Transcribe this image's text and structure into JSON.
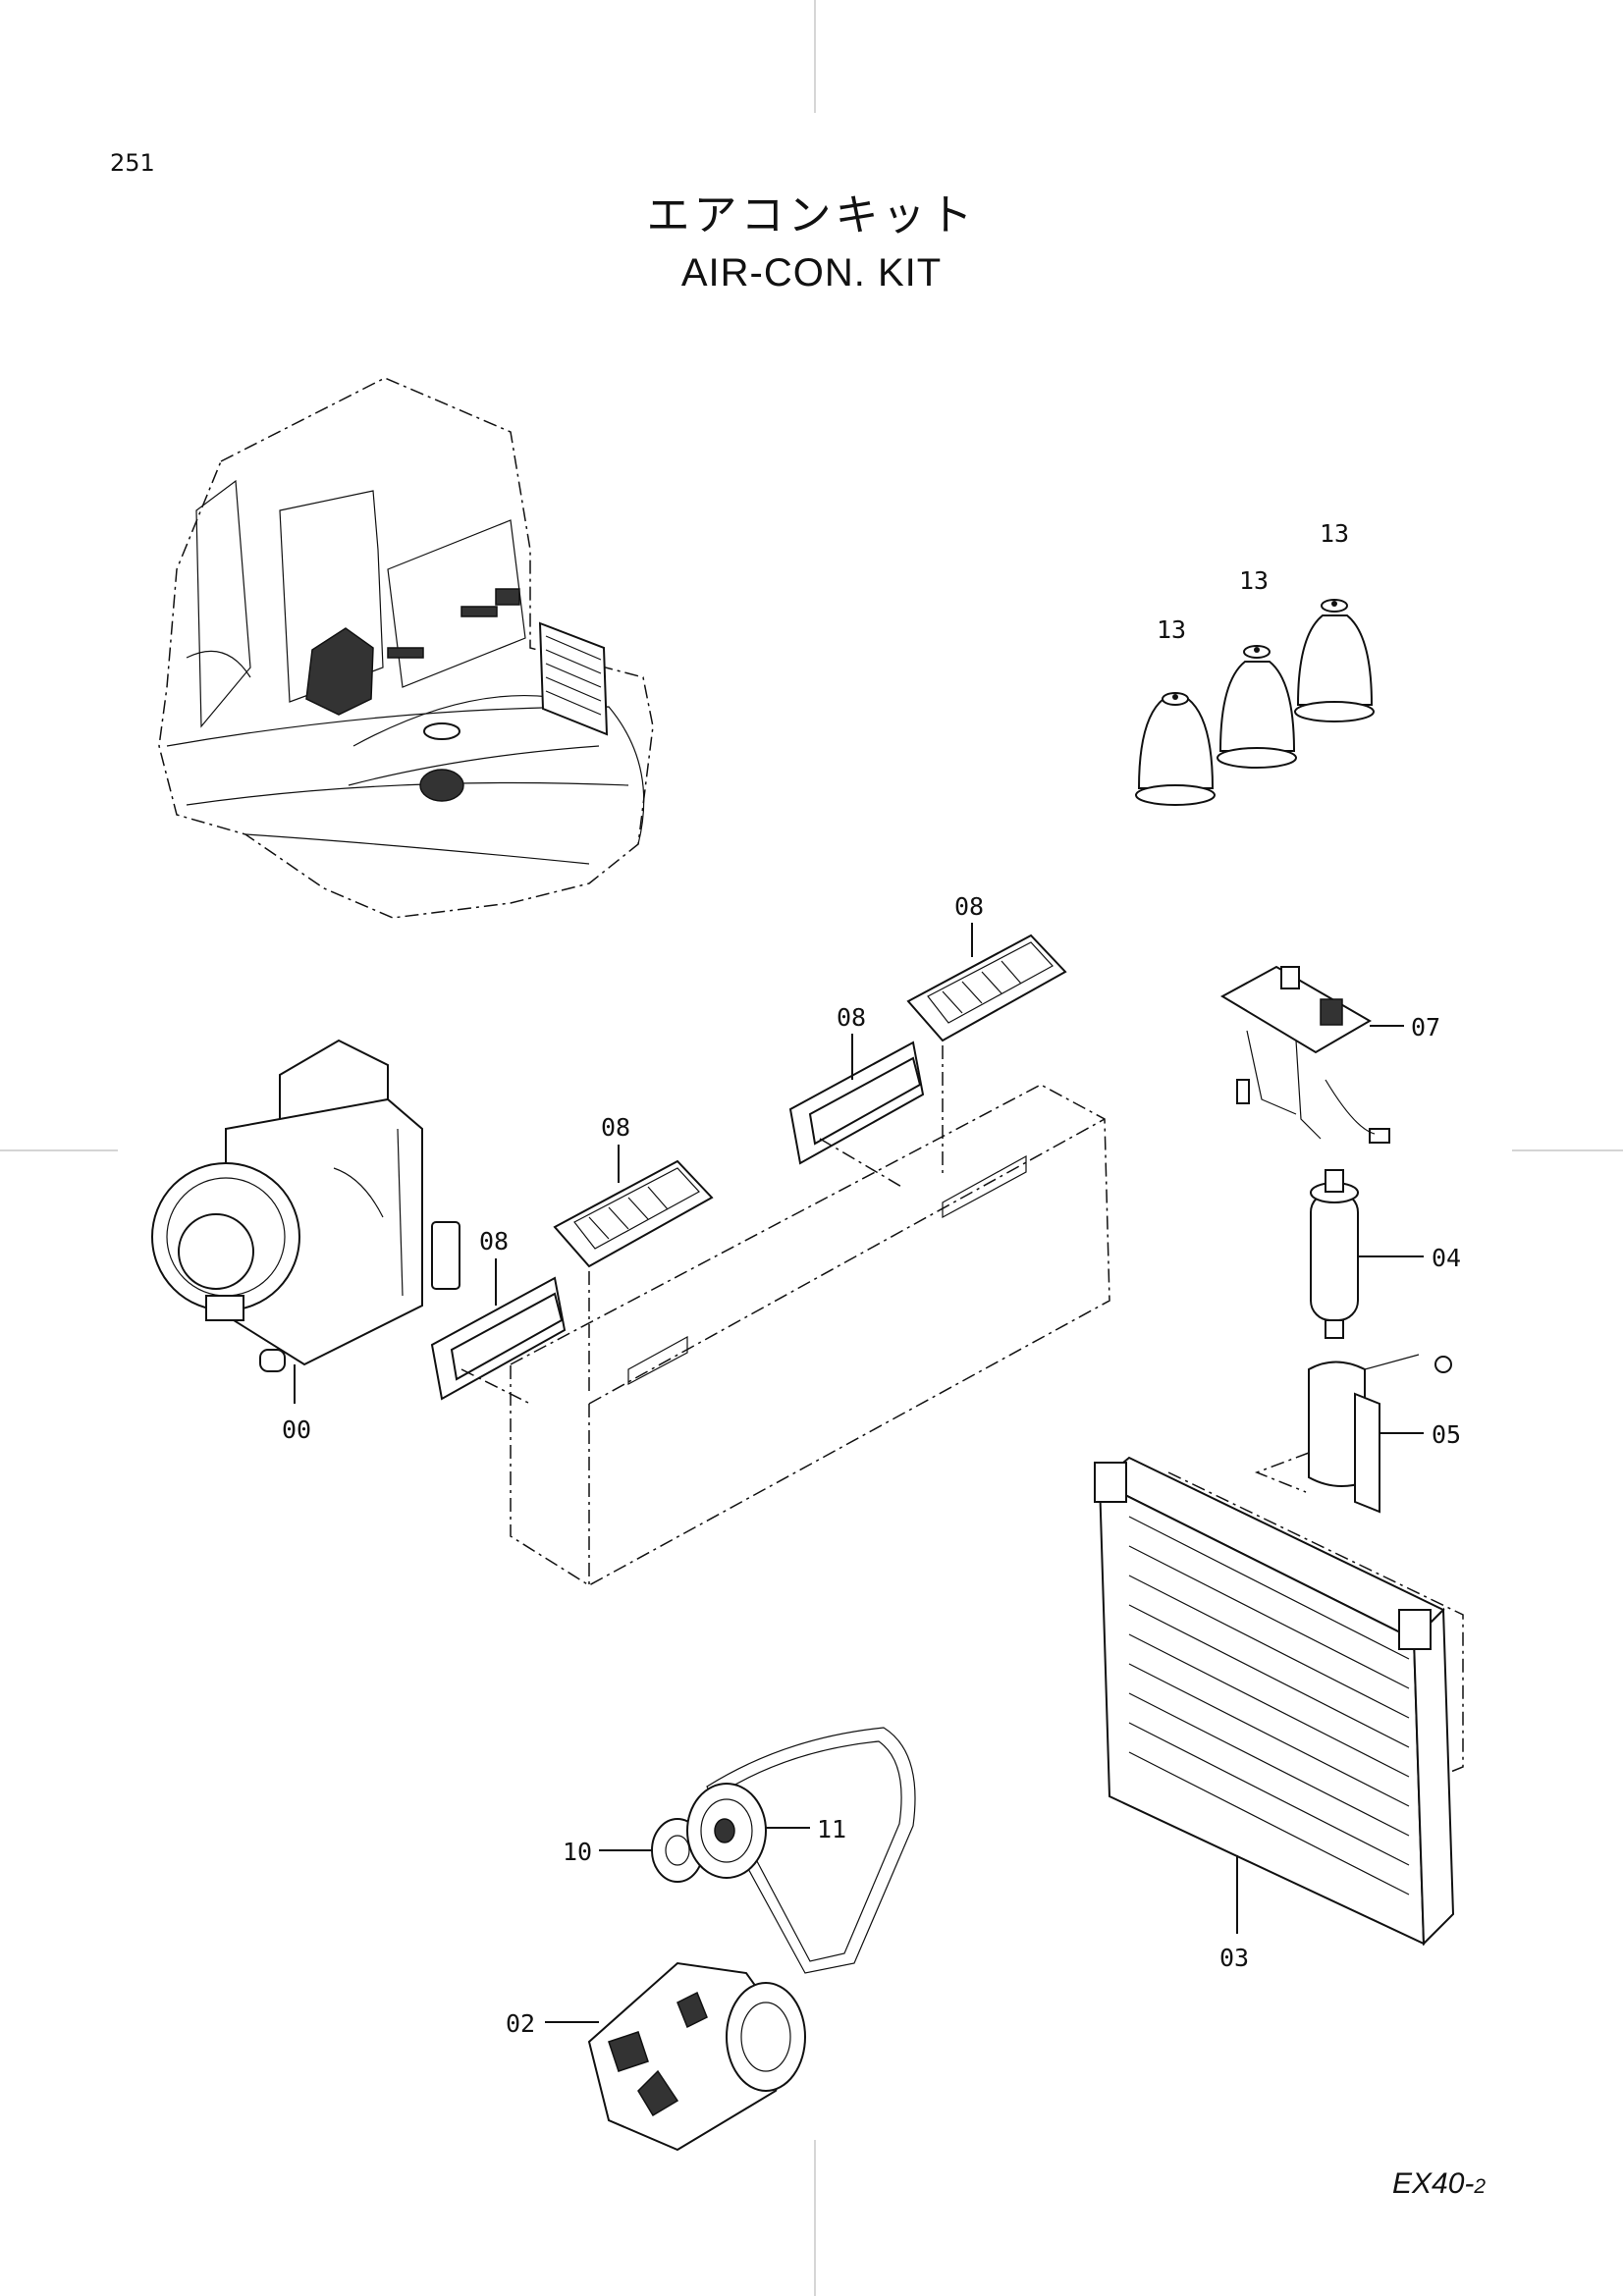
{
  "page_number": "251",
  "title_jp": "エアコンキット",
  "title_en": "AIR-CON.  KIT",
  "model": {
    "main": "EX40-",
    "suffix": "2"
  },
  "callouts": {
    "c13a": "13",
    "c13b": "13",
    "c13c": "13",
    "c08a": "08",
    "c08b": "08",
    "c08c": "08",
    "c08d": "08",
    "c07": "07",
    "c04": "04",
    "c05": "05",
    "c00": "00",
    "c03": "03",
    "c10": "10",
    "c11": "11",
    "c02": "02"
  }
}
